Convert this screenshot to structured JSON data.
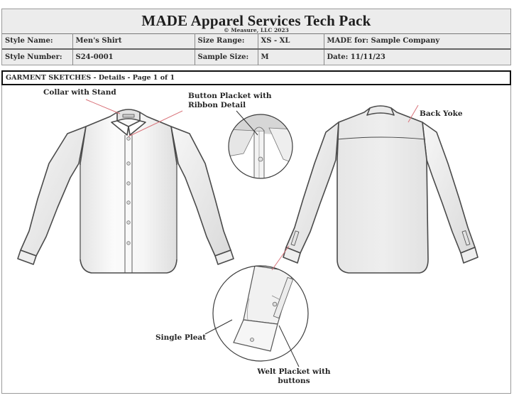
{
  "header": {
    "title": "MADE Apparel Services Tech Pack",
    "copyright": "©  Measure, LLC 2023"
  },
  "info": {
    "row1": {
      "style_name_label": "Style Name:",
      "style_name_value": "Men's Shirt",
      "size_range_label": "Size Range:",
      "size_range_value": "XS - XL",
      "made_for": "MADE for: Sample Company"
    },
    "row2": {
      "style_number_label": "Style Number:",
      "style_number_value": "S24-0001",
      "sample_size_label": "Sample Size:",
      "sample_size_value": "M",
      "date": "Date: 11/11/23"
    }
  },
  "section": {
    "title": "GARMENT SKETCHES - Details - Page 1 of 1"
  },
  "callouts": {
    "collar": "Collar with Stand",
    "placket_line1": "Button Placket with",
    "placket_line2": "Ribbon Detail",
    "back_yoke": "Back Yoke",
    "single_pleat": "Single Pleat",
    "welt_line1": "Welt Placket with",
    "welt_line2": "buttons"
  },
  "colors": {
    "header_bg": "#ececec",
    "callout_line_red": "#d9737a",
    "callout_line_dark": "#333333",
    "sketch_outline": "#4a4a4a"
  }
}
